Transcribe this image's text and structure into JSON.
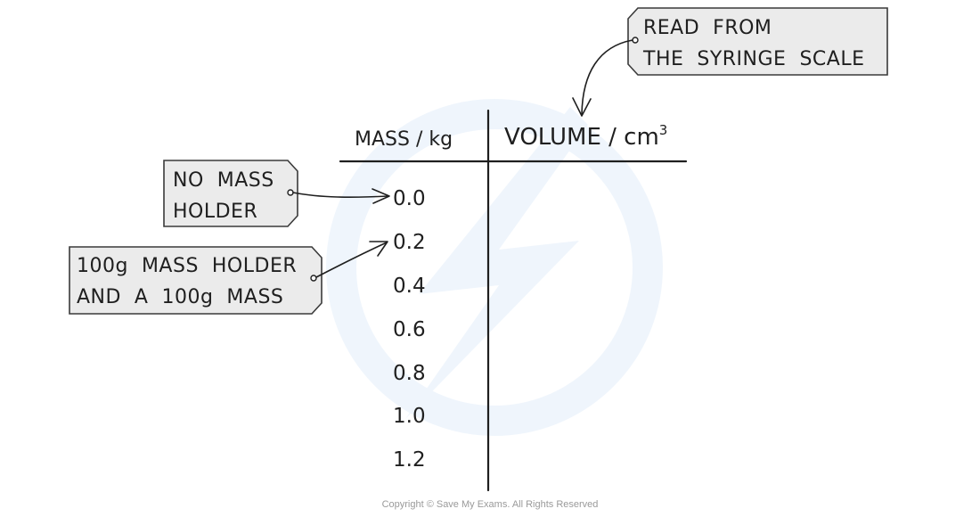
{
  "table": {
    "mass_header": "MASS / kg",
    "volume_header": "VOLUME / cm",
    "volume_header_superscript": "3",
    "mass_values": [
      "0.0",
      "0.2",
      "0.4",
      "0.6",
      "0.8",
      "1.0",
      "1.2"
    ]
  },
  "callouts": {
    "read_scale": {
      "line1": "READ  FROM",
      "line2": "THE  SYRINGE  SCALE"
    },
    "no_mass": {
      "line1": "NO  MASS",
      "line2": "HOLDER"
    },
    "holder_mass": {
      "line1": "100g  MASS  HOLDER",
      "line2": "AND  A  100g  MASS"
    }
  },
  "copyright": "Copyright © Save My Exams. All Rights Reserved"
}
